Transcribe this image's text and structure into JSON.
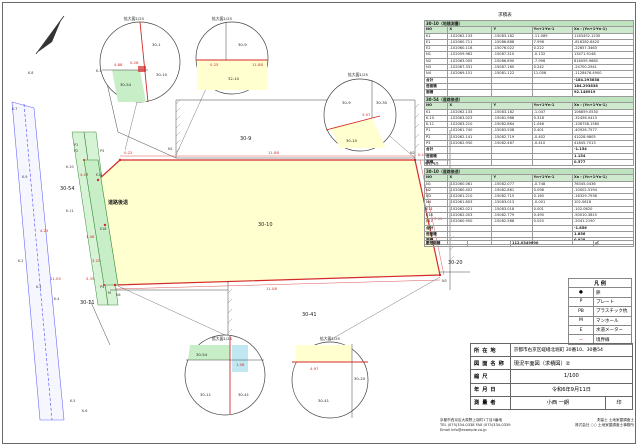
{
  "drawing": {
    "lots": {
      "main": "30-10",
      "north": "30-9",
      "east": "30-30",
      "south": "30-41",
      "southeast": "30-20",
      "west": "30-54",
      "southwest": "30-11"
    },
    "road_label": "道路後退",
    "dims": {
      "top": "11.88",
      "top_left": "0.22",
      "right_top": "0.12",
      "right_mid": "7.99",
      "bottom": "11.08",
      "west1": "4.03",
      "west2": "1.06",
      "west3": "3.25",
      "west4": "5.35",
      "ext1": "4.25",
      "ext2": "11.05"
    },
    "points": [
      "K.8",
      "K.1",
      "K.7",
      "K.9",
      "K.2",
      "K.3",
      "K.4",
      "K.5",
      "K.6",
      "P1",
      "P2",
      "P3",
      "P4",
      "M",
      "N1",
      "N2",
      "N3",
      "N4",
      "E11",
      "E18",
      "K.10",
      "K.11"
    ]
  },
  "details": [
    {
      "title": "拡大図1/25",
      "lots": [
        "30-1",
        "30-54",
        "30-10"
      ],
      "dims": [
        "0.26",
        "4.88"
      ]
    },
    {
      "title": "拡大図1/25",
      "lots": [
        "30-9",
        "32-10"
      ],
      "dims": [
        "0.25",
        "11.88"
      ]
    },
    {
      "title": "拡大図1/25",
      "lots": [
        "30-9",
        "30-30",
        "30-10"
      ],
      "dims": [
        "3.07"
      ]
    },
    {
      "title": "拡大図1/25",
      "lots": [
        "30-54",
        "30-11",
        "30-41"
      ],
      "dims": [
        "1.06"
      ]
    },
    {
      "title": "拡大図1/25",
      "lots": [
        "30-20",
        "30-41"
      ],
      "dims": [
        "4.97"
      ]
    }
  ],
  "area_tables": {
    "heading": "求積表",
    "t1": {
      "title": "30-10（地積測量）",
      "header": [
        "NO",
        "X",
        "Y",
        "Yn+1-Yn-1",
        "Xn・(Yn+1-Yn-1)"
      ],
      "rows": [
        [
          "K1",
          "-102062.133",
          "-15083.182",
          "-11.089",
          "1183452.1230"
        ],
        [
          "E1",
          "-102060.711",
          "-15086.888",
          "7.998",
          "-816282.6420"
        ],
        [
          "E2",
          "-102060.118",
          "-15076.022",
          "0.222",
          "-22657.3463"
        ],
        [
          "N1",
          "-102059.962",
          "-15087.310",
          "-0.132",
          "13471.9148"
        ],
        [
          "N2",
          "-102063.005",
          "-15086.890",
          "-7.996",
          "816095.9880"
        ],
        [
          "N3",
          "-102067.331",
          "-15087.160",
          "0.242",
          "-24700.2941"
        ],
        [
          "N4",
          "-102069.151",
          "-15081.122",
          "11.056",
          "-1128476.4900"
        ]
      ],
      "sum": [
        "合計",
        "",
        "",
        "",
        "-184.293838"
      ],
      "sum2": [
        "倍面積",
        "",
        "",
        "",
        "184.293838"
      ],
      "area": [
        "面積",
        "",
        "",
        "",
        "92.146919"
      ],
      "plot": [
        "地積",
        "",
        "",
        "",
        "92.14"
      ]
    },
    "t2": {
      "title": "30-54（道路後退）",
      "header": [
        "NO",
        "X",
        "Y",
        "Yn+1-Yn-1",
        "Xn・(Yn+1-Yn-1)"
      ],
      "rows": [
        [
          "K1",
          "-102062.133",
          "-15083.182",
          "-1.047",
          "106859.0530"
        ],
        [
          "K.10",
          "-102063.023",
          "-15081.988",
          "0.318",
          "-32456.0413"
        ],
        [
          "K.11",
          "-102063.210",
          "-15082.864",
          "1.046",
          "-106758.1580"
        ],
        [
          "P1",
          "-102061.740",
          "-15083.508",
          "0.401",
          "-40926.7577"
        ],
        [
          "P2",
          "-102062.141",
          "-15082.719",
          "-0.402",
          "41028.9805"
        ],
        [
          "P3",
          "-102062.930",
          "-15082.467",
          "-0.410",
          "41845.7013"
        ]
      ],
      "sum": [
        "合計",
        "",
        "",
        "",
        "-1.154"
      ],
      "sum2": [
        "倍面積",
        "",
        "",
        "",
        "1.154"
      ],
      "area": [
        "面積",
        "",
        "",
        "",
        "0.577"
      ]
    },
    "t3": {
      "title": "30-10（道路後退）",
      "header": [
        "NO",
        "X",
        "Y",
        "Yn+1-Yn-1",
        "Xn・(Yn+1-Yn-1)"
      ],
      "rows": [
        [
          "N1",
          "-102060.061",
          "-15082.077",
          "-0.748",
          "76345.0436"
        ],
        [
          "N2",
          "-102060.402",
          "-15082.861",
          "0.098",
          "-10002.5194"
        ],
        [
          "N3",
          "-102061.210",
          "-15082.715",
          "0.160",
          "-16329.7936"
        ],
        [
          "N4",
          "-102061.803",
          "-15083.013",
          "-0.001",
          "102.0618"
        ],
        [
          "E11",
          "-102062.021",
          "-15083.018",
          "0.001",
          "-102.0620"
        ],
        [
          "E18",
          "-102062.003",
          "-15082.779",
          "0.490",
          "-50010.3815"
        ],
        [
          "E17",
          "-102060.950",
          "-15082.588",
          "0.020",
          "-2041.2190"
        ]
      ],
      "sum": [
        "合計",
        "",
        "",
        "",
        "-1.856"
      ],
      "sum2": [
        "倍面積",
        "",
        "",
        "",
        "1.856"
      ],
      "area": [
        "面積",
        "",
        "",
        "",
        "0.928"
      ]
    },
    "total": [
      "敷地面積",
      "",
      "112.0349090",
      "㎡"
    ]
  },
  "legend": {
    "title": "凡 例",
    "rows": [
      {
        "sym": "●",
        "label": "鋲"
      },
      {
        "sym": "P",
        "label": "プレート"
      },
      {
        "sym": "PB",
        "label": "プラスチック杭"
      },
      {
        "sym": "M",
        "label": "マンホール"
      },
      {
        "sym": "E",
        "label": "水道メーター"
      },
      {
        "sym": "ー",
        "label": "境界線"
      }
    ]
  },
  "titleblock": {
    "location_label": "所在地",
    "location": "京都市右京区嵯峨北堀町 30番10、30番54",
    "name_label": "図面名称",
    "name": "現況平面図（求積図）②",
    "scale_label": "縮尺",
    "scale": "1/100",
    "date_label": "年月日",
    "date": "令和6年9月11日",
    "surveyor_label": "測量者",
    "surveyor": "小西 一朗",
    "seal": "印"
  },
  "footer": {
    "line1": "京都市西京区大原野上羽町1丁目5番地",
    "line2": "TEL (075)334-0338  FAX (075)334-0339",
    "line3": "Email  info@example.co.jp",
    "firm1": "測量士  土地家屋調査士",
    "firm2": "株式会社 ○○ 土地家屋調査士事務所"
  }
}
